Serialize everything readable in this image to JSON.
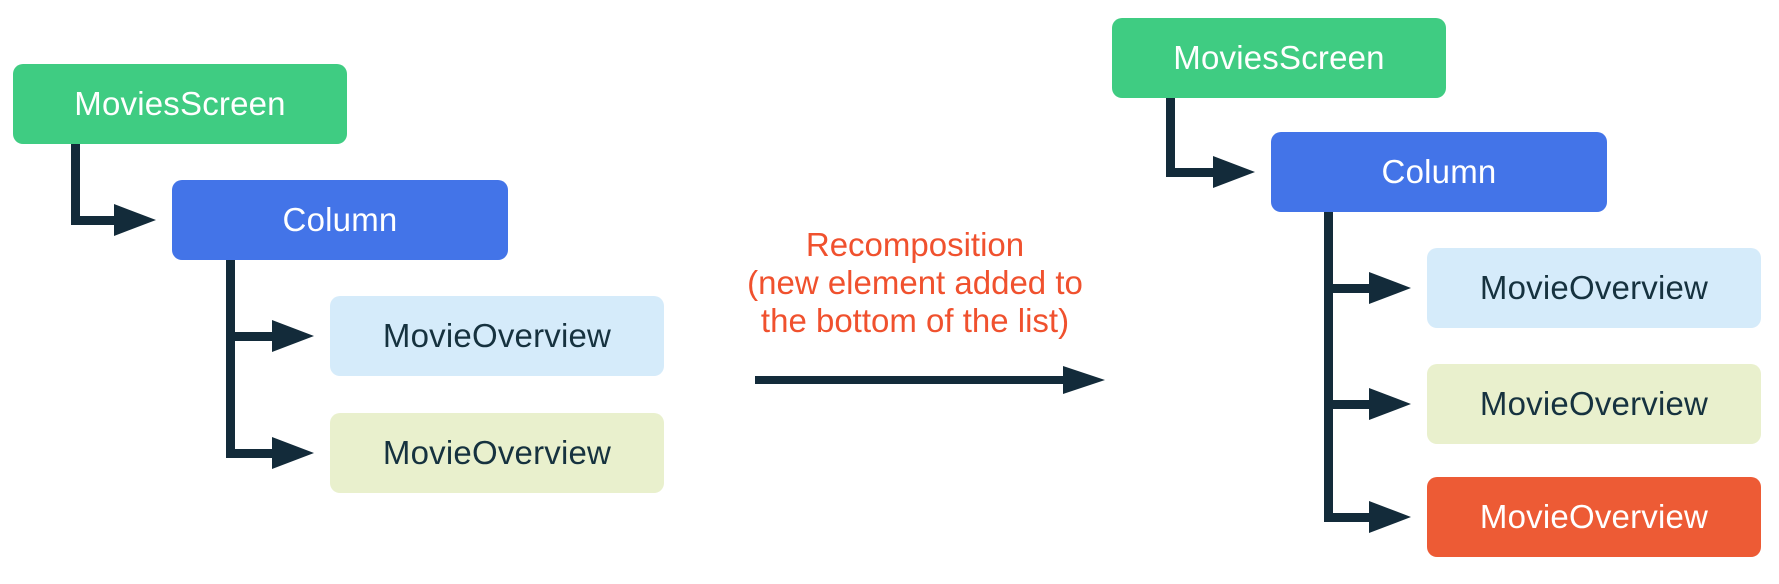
{
  "before_tree": {
    "root": {
      "label": "MoviesScreen"
    },
    "column": {
      "label": "Column"
    },
    "children": [
      {
        "label": "MovieOverview",
        "variant": "light-blue"
      },
      {
        "label": "MovieOverview",
        "variant": "light-yellow"
      }
    ]
  },
  "transition": {
    "caption": "Recomposition\n(new element added to\nthe bottom of the list)",
    "arrow_icon": "right-arrow"
  },
  "after_tree": {
    "root": {
      "label": "MoviesScreen"
    },
    "column": {
      "label": "Column"
    },
    "children": [
      {
        "label": "MovieOverview",
        "variant": "light-blue"
      },
      {
        "label": "MovieOverview",
        "variant": "light-yellow"
      },
      {
        "label": "MovieOverview",
        "variant": "orange-new"
      }
    ]
  },
  "colors": {
    "moviesscreen_green": "#3FCC82",
    "column_blue": "#4374E8",
    "movieoverview_light_blue": "#D5EBFA",
    "movieoverview_light_yellow": "#E9F0CD",
    "movieoverview_new_orange": "#ED5B35",
    "caption_orange": "#F0512E",
    "connector_dark_navy": "#132B3A",
    "dark_text": "#16323F"
  }
}
